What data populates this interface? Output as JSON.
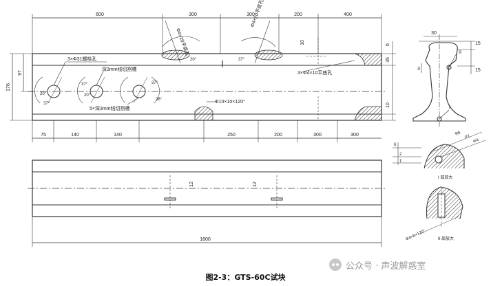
{
  "caption": "图2-3：GTS-60C试块",
  "watermark": {
    "icon": "wechat-icon",
    "text": "公众号 · 声波解惑室"
  },
  "top_view": {
    "top_dims": [
      "600",
      "300",
      "300",
      "200",
      "400"
    ],
    "bottom_dims": [
      "75",
      "140",
      "140",
      "250",
      "200",
      "300",
      "300"
    ],
    "left_dims": [
      "176",
      "97"
    ],
    "right_dims": [
      "6",
      "10",
      "35",
      "10"
    ],
    "annotations": {
      "bolt_holes": "3×Φ31螺栓孔",
      "cut_groove_3mm": "深3mm线切割槽",
      "cut_groove_5": "5×深3mm线切割槽",
      "flat_bottom_holes": "3×Φ4×10平底孔",
      "drill_hole": "Φ10×10×120°",
      "slanted_hole_1": "Φ4×20平底孔",
      "slanted_hole_2": "Φ4×20平底孔"
    },
    "angles": [
      "20°",
      "37°",
      "37°",
      "20°",
      "37°",
      "26°",
      "20°",
      "37°"
    ]
  },
  "front_view": {
    "total_length": "1800",
    "mark_dims": [
      "12",
      "12"
    ]
  },
  "section": {
    "top_dims": [
      "30",
      "15",
      "15"
    ],
    "left_dims": [
      "3"
    ],
    "labels": [
      "II",
      "I"
    ]
  },
  "detail_1": {
    "dims": [
      "6",
      "2",
      "1"
    ],
    "angles": [
      "R6",
      "P2",
      "Φ4"
    ],
    "label": "I 部放大"
  },
  "detail_2": {
    "dims": [
      "Φ4×8×120°"
    ],
    "label": "II 部放大"
  }
}
